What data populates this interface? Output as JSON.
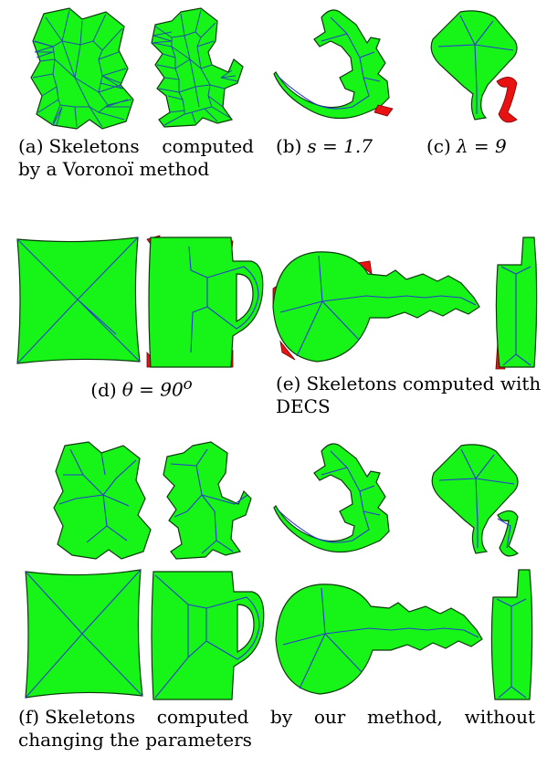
{
  "captions": {
    "a": {
      "tag": "(a)",
      "text": "Skeletons computed by a Voronoï method"
    },
    "b": {
      "tag": "(b)",
      "math": "s = 1.7"
    },
    "c": {
      "tag": "(c)",
      "math": "λ = 9"
    },
    "d": {
      "tag": "(d)",
      "math": "θ = 90",
      "sup": "o"
    },
    "e": {
      "tag": "(e)",
      "text": "Skeletons computed with DECS"
    },
    "f": {
      "tag": "(f)",
      "text": "Skeletons computed by our method, without changing the parameters"
    }
  },
  "colors": {
    "shape_fill": "#17f417",
    "skeleton": "#2a3ccf",
    "removed_area": "#e81212"
  }
}
